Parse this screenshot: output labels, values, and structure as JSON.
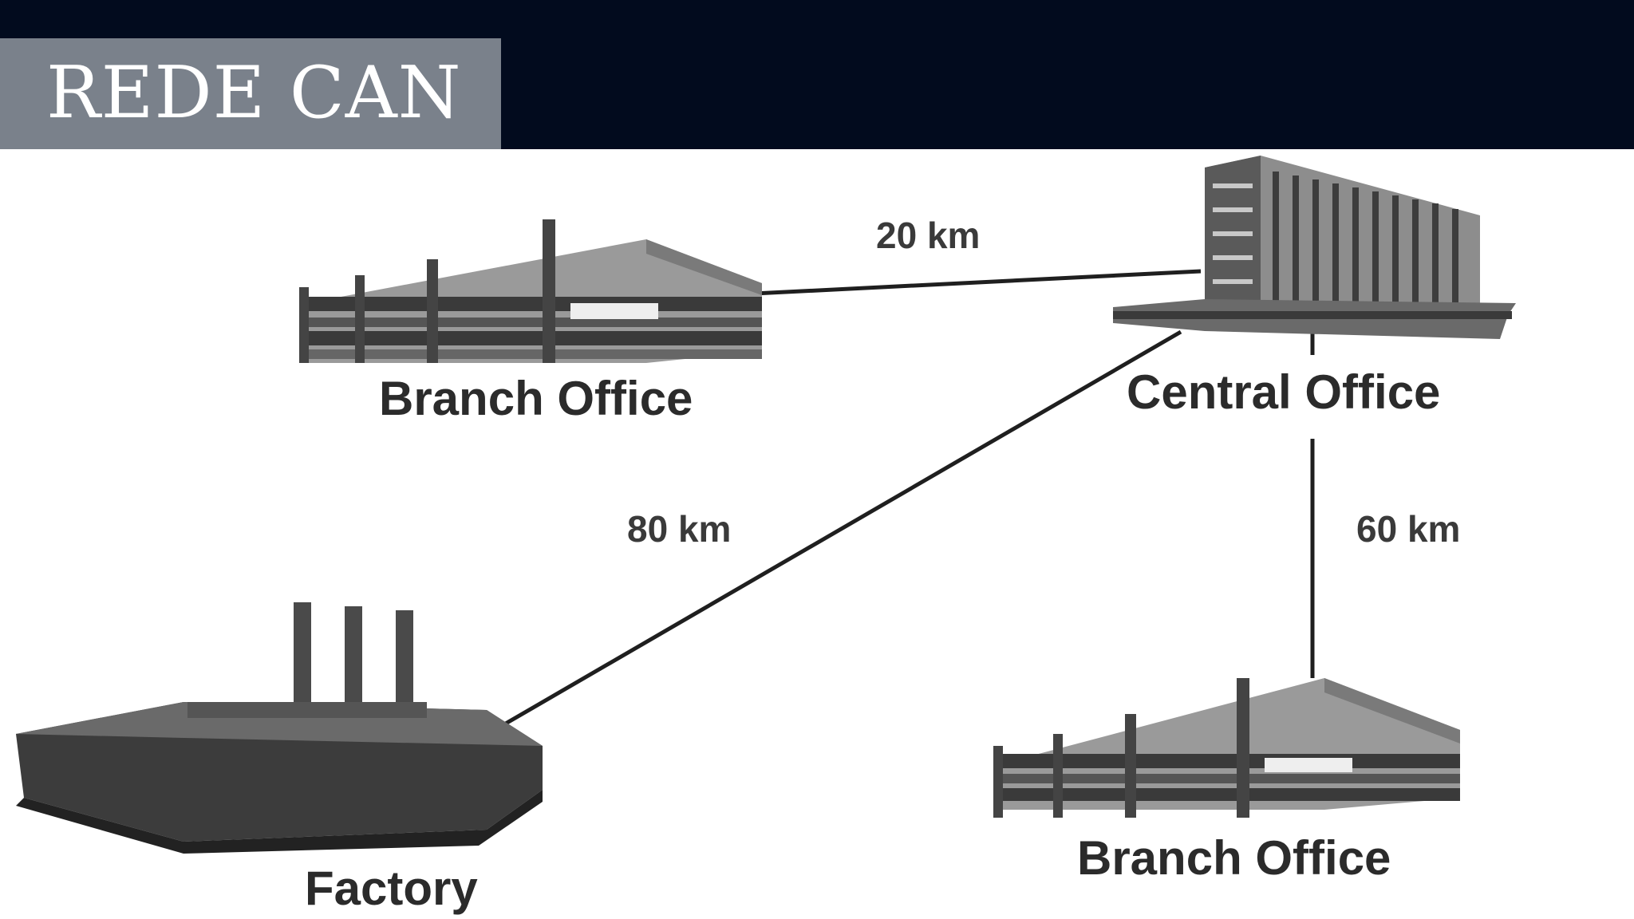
{
  "slide": {
    "title": "REDE CAN"
  },
  "nodes": {
    "branch_top": {
      "label": "Branch Office"
    },
    "central": {
      "label": "Central Office"
    },
    "factory": {
      "label": "Factory"
    },
    "branch_bottom": {
      "label": "Branch Office"
    }
  },
  "links": {
    "branch_central": {
      "distance": "20 km"
    },
    "factory_central": {
      "distance": "80 km"
    },
    "central_branch": {
      "distance": "60 km"
    }
  },
  "colors": {
    "header": "#020b1e",
    "title_box": "#7a818b",
    "lines": "#1f1f1f"
  }
}
